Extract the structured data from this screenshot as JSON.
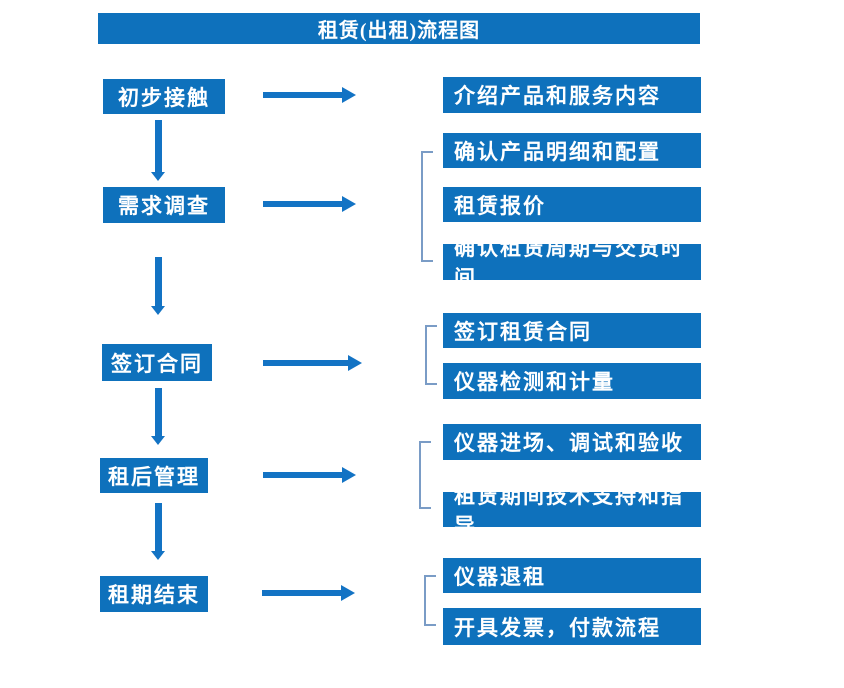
{
  "title": "租赁(出租)流程图",
  "colors": {
    "box_blue": "#0e71bc",
    "arrow_blue": "#1373c4",
    "bracket_blue": "#7a9cc6",
    "text_white": "#ffffff",
    "background": "#ffffff"
  },
  "flow": [
    {
      "step": "初步接触",
      "details": [
        "介绍产品和服务内容"
      ]
    },
    {
      "step": "需求调查",
      "details": [
        "确认产品明细和配置",
        "租赁报价",
        "确认租赁周期与交货时间"
      ]
    },
    {
      "step": "签订合同",
      "details": [
        "签订租赁合同",
        "仪器检测和计量"
      ]
    },
    {
      "step": "租后管理",
      "details": [
        "仪器进场、调试和验收",
        "租赁期间技术支持和指导"
      ]
    },
    {
      "step": "租期结束",
      "details": [
        "仪器退租",
        "开具发票，付款流程"
      ]
    }
  ]
}
